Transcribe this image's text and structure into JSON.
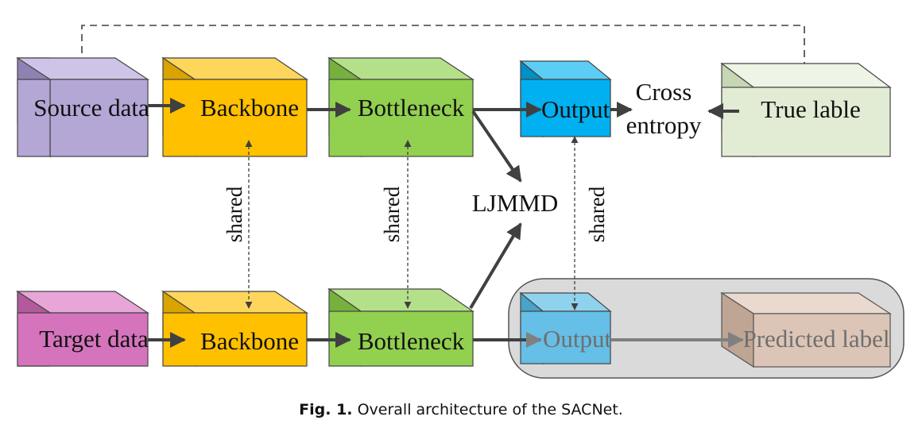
{
  "colors": {
    "source": "#b4a7d6",
    "target": "#d574bd",
    "backbone": "#ffc000",
    "bottleneck": "#92d050",
    "output": "#00b0f0",
    "true_label": "#e2ecd4",
    "target_output": "#65bfe6",
    "predicted": "#dcc5b6",
    "group_box": "#d9d9d9",
    "arrow": "#404040"
  },
  "nodes": {
    "source_data": "Source data",
    "backbone_top": "Backbone",
    "bottleneck_top": "Bottleneck",
    "output_top": "Output",
    "true_label": "True lable",
    "target_data": "Target data",
    "backbone_bottom": "Backbone",
    "bottleneck_bottom": "Bottleneck",
    "output_bottom": "Output",
    "predicted_label": "Predicted label"
  },
  "labels": {
    "cross_line1": "Cross",
    "cross_line2": "entropy",
    "ljmmd": "LJMMD",
    "shared": "shared"
  },
  "caption": {
    "fig": "Fig. 1.",
    "text": "Overall architecture of the SACNet."
  }
}
